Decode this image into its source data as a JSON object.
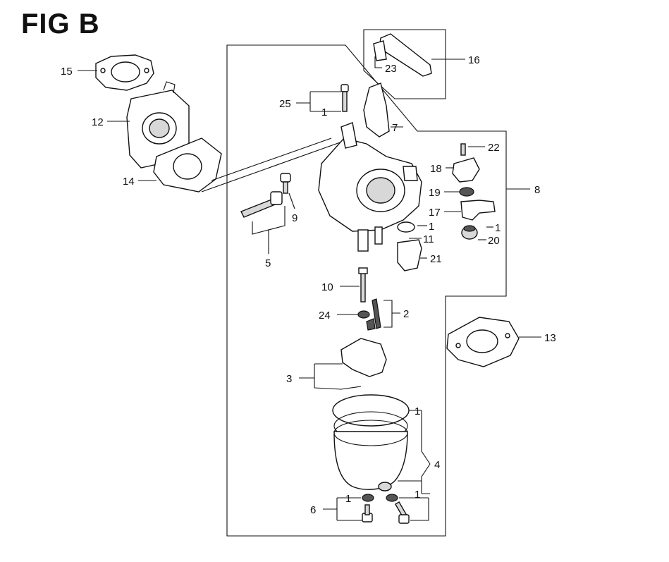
{
  "figure": {
    "title": "FIG B"
  },
  "callouts": [
    {
      "id": "c15",
      "text": "15"
    },
    {
      "id": "c12",
      "text": "12"
    },
    {
      "id": "c14",
      "text": "14"
    },
    {
      "id": "c16",
      "text": "16"
    },
    {
      "id": "c23",
      "text": "23"
    },
    {
      "id": "c25",
      "text": "25"
    },
    {
      "id": "c1a",
      "text": "1"
    },
    {
      "id": "c7",
      "text": "7"
    },
    {
      "id": "c22",
      "text": "22"
    },
    {
      "id": "c8",
      "text": "8"
    },
    {
      "id": "c18",
      "text": "18"
    },
    {
      "id": "c19",
      "text": "19"
    },
    {
      "id": "c17",
      "text": "17"
    },
    {
      "id": "c1b",
      "text": "1"
    },
    {
      "id": "c20",
      "text": "20"
    },
    {
      "id": "c9",
      "text": "9"
    },
    {
      "id": "c5",
      "text": "5"
    },
    {
      "id": "c1c",
      "text": "1"
    },
    {
      "id": "c11",
      "text": "11"
    },
    {
      "id": "c21",
      "text": "21"
    },
    {
      "id": "c10",
      "text": "10"
    },
    {
      "id": "c24",
      "text": "24"
    },
    {
      "id": "c2",
      "text": "2"
    },
    {
      "id": "c13",
      "text": "13"
    },
    {
      "id": "c3",
      "text": "3"
    },
    {
      "id": "c1d",
      "text": "1"
    },
    {
      "id": "c4",
      "text": "4"
    },
    {
      "id": "c1e",
      "text": "1"
    },
    {
      "id": "c1f",
      "text": "1"
    },
    {
      "id": "c6",
      "text": "6"
    }
  ]
}
